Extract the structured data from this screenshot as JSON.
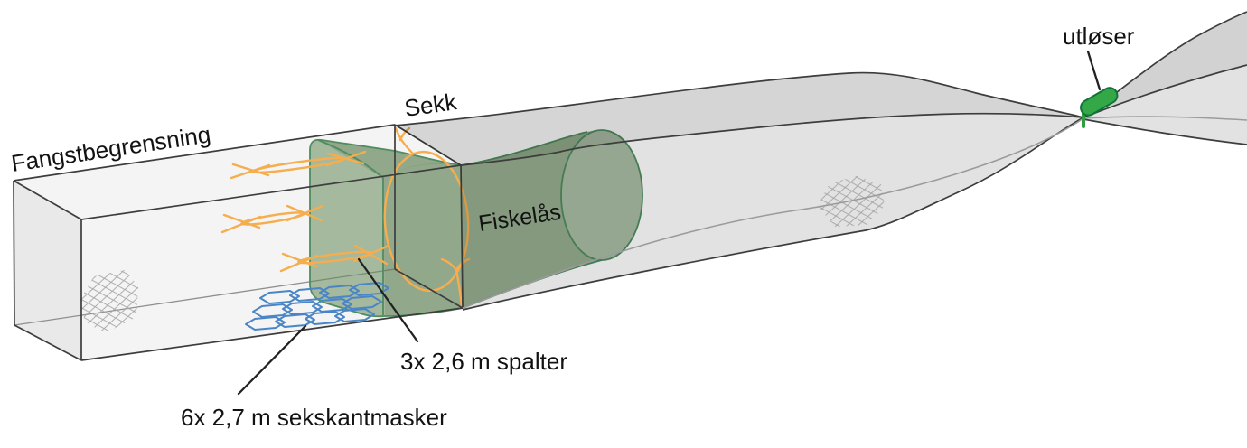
{
  "figure": {
    "labels": {
      "catch_limiter": "Fangstbegrensning",
      "codend": "Sekk",
      "fish_lock": "Fiskelås",
      "release": "utløser",
      "slits": "3x 2,6 m spalter",
      "hex_meshes": "6x 2,7 m sekskantmasker"
    },
    "colors": {
      "outline": "#3d3d3d",
      "seam_gray": "#9b9b9b",
      "net_tube_gray": "#e0e0e0",
      "fish_lock_green_fill": "#8fac85",
      "fish_lock_green_stroke": "#4f8c60",
      "slit_orange": "#f6ad4e",
      "hex_mesh_blue": "#4a86c6",
      "release_green": "#34a847",
      "release_green_dark": "#10743a",
      "text": "#121212"
    }
  }
}
